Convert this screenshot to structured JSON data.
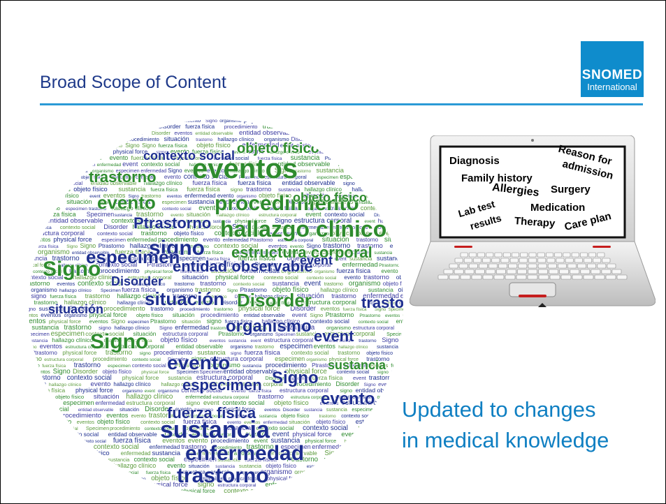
{
  "slide": {
    "title": "Broad Scope of Content",
    "caption_line1": "Updated to changes",
    "caption_line2": "in medical knowledge"
  },
  "logo": {
    "name": "SNOMED",
    "sub": "International",
    "color": "#0f8ccc"
  },
  "word_cloud": {
    "colors": [
      "#1d2e8f",
      "#2e8b2e",
      "#3a3aa0",
      "#5a9a3a"
    ],
    "words": [
      {
        "text": "eventos",
        "c": 1
      },
      {
        "text": "procedimiento",
        "c": 1
      },
      {
        "text": "hallazgo clínico",
        "c": 1
      },
      {
        "text": "estructura corporal",
        "c": 1
      },
      {
        "text": "trastorno",
        "c": 1
      },
      {
        "text": "fuerza física",
        "c": 1
      },
      {
        "text": "evento",
        "c": 1
      },
      {
        "text": "situación",
        "c": 0
      },
      {
        "text": "especimen",
        "c": 0
      },
      {
        "text": "Ptrastorno",
        "c": 0
      },
      {
        "text": "signo",
        "c": 0
      },
      {
        "text": "entidad observable",
        "c": 0
      },
      {
        "text": "organismo",
        "c": 0
      },
      {
        "text": "contexto social",
        "c": 1
      },
      {
        "text": "enfermedad",
        "c": 0
      },
      {
        "text": "sustancia",
        "c": 0
      },
      {
        "text": "trastorno",
        "c": 0
      },
      {
        "text": "Signo",
        "c": 1
      },
      {
        "text": "objeto físico",
        "c": 1
      },
      {
        "text": "Disorder",
        "c": 1
      },
      {
        "text": "contexto social",
        "c": 0
      },
      {
        "text": "event",
        "c": 0
      },
      {
        "text": "Specimen",
        "c": 0
      },
      {
        "text": "fuerza física",
        "c": 0
      },
      {
        "text": "physical force",
        "c": 0
      },
      {
        "text": "sustancia",
        "c": 1
      }
    ]
  },
  "laptop": {
    "screen_words": [
      {
        "text": "Diagnosis",
        "color": "#2a7a2a"
      },
      {
        "text": "Reason for",
        "color": "#1f6fb3"
      },
      {
        "text": "admission",
        "color": "#1f6fb3"
      },
      {
        "text": "Family history",
        "color": "#7a3a9a"
      },
      {
        "text": "Allergies",
        "color": "#d0251c"
      },
      {
        "text": "Surgery",
        "color": "#7a4a10"
      },
      {
        "text": "Lab test",
        "color": "#7a4a10"
      },
      {
        "text": "results",
        "color": "#7a4a10"
      },
      {
        "text": "Medication",
        "color": "#1f6fb3"
      },
      {
        "text": "Therapy",
        "color": "#2a7a2a"
      },
      {
        "text": "Care plan",
        "color": "#7a3a9a"
      }
    ]
  }
}
